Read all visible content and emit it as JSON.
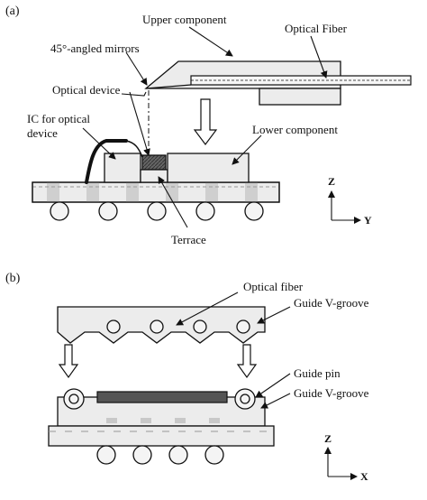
{
  "panel_a": {
    "tag": "(a)",
    "labels": {
      "upper_component": "Upper component",
      "optical_fiber": "Optical Fiber",
      "mirrors": "45°-angled mirrors",
      "optical_device": "Optical device",
      "ic_line1": "IC for optical",
      "ic_line2": "device",
      "lower_component": "Lower component",
      "terrace": "Terrace"
    },
    "axes": {
      "vertical": "Z",
      "horizontal": "Y"
    }
  },
  "panel_b": {
    "tag": "(b)",
    "labels": {
      "optical_fiber": "Optical fiber",
      "guide_vgroove_top": "Guide V-groove",
      "guide_pin": "Guide pin",
      "guide_vgroove_bottom": "Guide V-groove"
    },
    "axes": {
      "vertical": "Z",
      "horizontal": "X"
    }
  },
  "colors": {
    "ink": "#111111",
    "fill": "#ececec",
    "dark_chip": "#555555",
    "pad": "#c8c8c8"
  }
}
